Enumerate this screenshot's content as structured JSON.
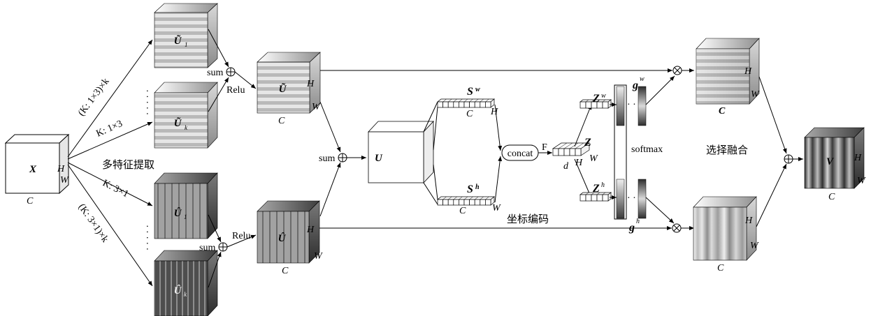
{
  "labels": {
    "X": "X",
    "C": "C",
    "H": "H",
    "W": "W",
    "U_tilde_1": "Ũ",
    "U_tilde_k": "Ũ",
    "U_tilde": "Ũ",
    "U_hat_1": "Û",
    "U_hat_k": "Û",
    "U_hat": "Û",
    "U": "U",
    "V": "V",
    "S": "S",
    "Z": "Z",
    "g": "g",
    "sub_1": "1",
    "sub_k": "k",
    "sup_w": "w",
    "sup_h": "h",
    "d": "d",
    "F": "F",
    "sum": "sum",
    "relu": "Relu",
    "concat": "concat",
    "softmax": "softmax",
    "multi_feature": "多特征提取",
    "coord_encoding": "坐标编码",
    "select_fusion": "选择融合",
    "edge_top_k": "(K: 1×3)×k",
    "edge_top_1": "K: 1×3",
    "edge_bot_1": "K: 3×1",
    "edge_bot_k": "(K: 3×1)×k",
    "dots_v": "· · · · ·",
    "dots_h": "· ·"
  }
}
